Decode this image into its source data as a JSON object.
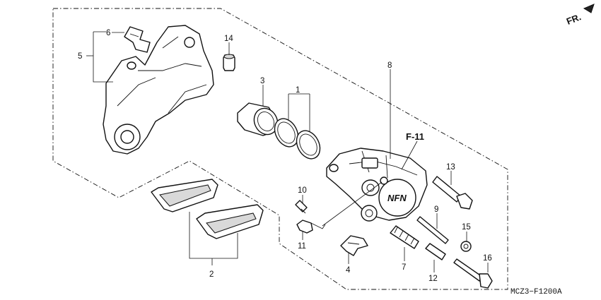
{
  "diagram": {
    "direction_marker": "FR.",
    "figure_code": "MCZ3−F1200A",
    "reference": "F-11",
    "callouts": [
      "1",
      "2",
      "3",
      "4",
      "5",
      "6",
      "7",
      "8",
      "9",
      "10",
      "11",
      "12",
      "13",
      "14",
      "15",
      "16"
    ],
    "logo_text": "NFN"
  }
}
